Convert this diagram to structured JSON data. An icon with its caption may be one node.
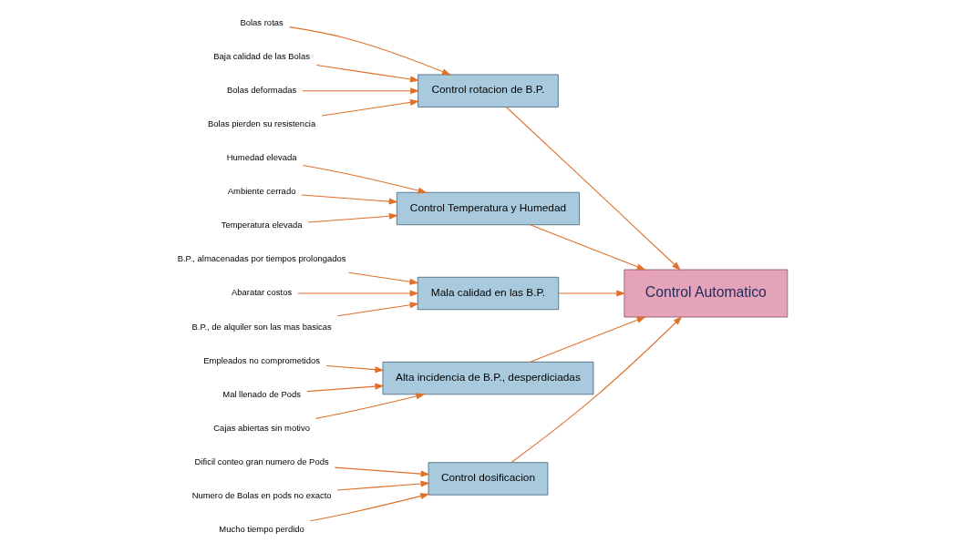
{
  "diagram": {
    "nodes": [
      {
        "text": [
          "Control dosificacion"
        ]
      },
      {
        "text": [
          "Control rotacion de B.P."
        ]
      },
      {
        "text": [
          "Control Temperatura y Humedad"
        ]
      },
      {
        "text": [
          "Dificil conteo gran numero de Pods"
        ]
      },
      {
        "text": [
          "Numero de Bolas en pods no exacto"
        ]
      },
      {
        "text": [
          "Mucho tiempo perdido"
        ]
      },
      {
        "text": [
          "Bolas rotas"
        ]
      },
      {
        "text": [
          "Baja calidad de las Bolas"
        ]
      },
      {
        "text": [
          "Bolas deformadas"
        ]
      },
      {
        "text": [
          "Bolas pierden su resistencia"
        ]
      },
      {
        "text": [
          "Humedad elevada"
        ]
      },
      {
        "text": [
          "Ambiente cerrado"
        ]
      },
      {
        "text": [
          "Temperatura elevada"
        ]
      },
      {
        "text": [
          "Control Automatico"
        ]
      },
      {
        "text": [
          "B.P., almacenadas por tiempos prolongados"
        ]
      },
      {
        "text": [
          "Abaratar costos"
        ]
      },
      {
        "text": [
          "B.P., de alquiler son las mas basicas"
        ]
      },
      {
        "text": [
          "Empleados no comprometidos"
        ]
      },
      {
        "text": [
          "Mal llenado de Pods"
        ]
      },
      {
        "text": [
          "Cajas abiertas sin motivo"
        ]
      },
      {
        "text": [
          "Mala calidad en las B.P."
        ]
      },
      {
        "text": [
          "Alta incidencia de B.P., desperdiciadas"
        ]
      }
    ],
    "edges": [
      {
        "from": 0,
        "to": 13,
        "arrow": "to"
      },
      {
        "from": 1,
        "to": 13,
        "arrow": "to"
      },
      {
        "from": 2,
        "to": 13,
        "arrow": "to"
      },
      {
        "from": 20,
        "to": 13,
        "arrow": "to"
      },
      {
        "from": 21,
        "to": 13,
        "arrow": "to"
      },
      {
        "from": 3,
        "to": 0,
        "arrow": "to"
      },
      {
        "from": 4,
        "to": 0,
        "arrow": "to"
      },
      {
        "from": 5,
        "to": 0,
        "arrow": "to"
      },
      {
        "from": 6,
        "to": 1,
        "arrow": "to"
      },
      {
        "from": 7,
        "to": 1,
        "arrow": "to"
      },
      {
        "from": 8,
        "to": 1,
        "arrow": "to"
      },
      {
        "from": 9,
        "to": 1,
        "arrow": "to"
      },
      {
        "from": 10,
        "to": 2,
        "arrow": "to"
      },
      {
        "from": 11,
        "to": 2,
        "arrow": "to"
      },
      {
        "from": 12,
        "to": 2,
        "arrow": "to"
      },
      {
        "from": 14,
        "to": 20,
        "arrow": "to"
      },
      {
        "from": 15,
        "to": 20,
        "arrow": "to"
      },
      {
        "from": 16,
        "to": 20,
        "arrow": "to"
      },
      {
        "from": 17,
        "to": 21,
        "arrow": "to"
      },
      {
        "from": 18,
        "to": 21,
        "arrow": "to"
      },
      {
        "from": 19,
        "to": 21,
        "arrow": "to"
      }
    ]
  }
}
